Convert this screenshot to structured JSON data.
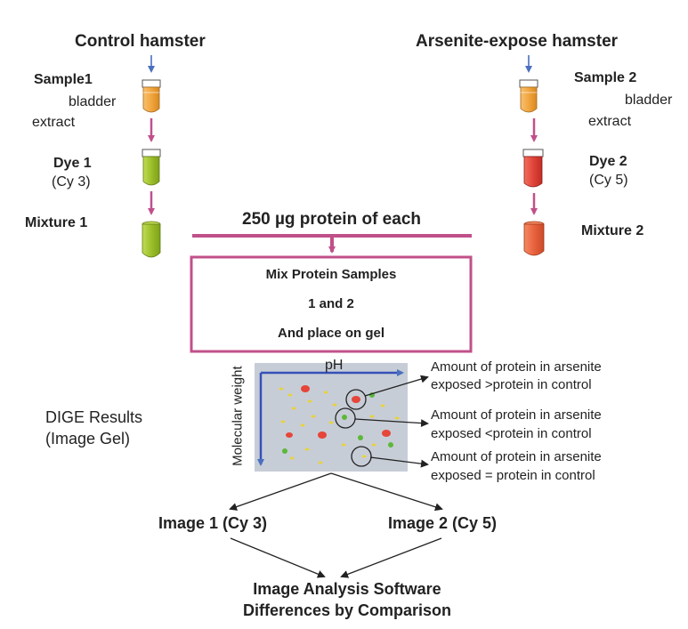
{
  "left": {
    "title": "Control hamster",
    "sample": "Sample1",
    "bladder": "bladder",
    "extract": "extract",
    "dye": "Dye 1",
    "dye_sub": "(Cy 3)",
    "mixture": "Mixture 1"
  },
  "right": {
    "title": "Arsenite-expose hamster",
    "sample": "Sample 2",
    "bladder": "bladder",
    "extract": "extract",
    "dye": "Dye 2",
    "dye_sub": "(Cy 5)",
    "mixture": "Mixture 2"
  },
  "protein_amount": "250 µg protein of each",
  "mix_box": {
    "line1": "Mix Protein Samples",
    "line2": "1 and 2",
    "line3": "And place on gel"
  },
  "gel": {
    "x_axis": "pH",
    "y_axis": "Molecular weight"
  },
  "results": {
    "title": "DIGE Results",
    "subtitle": "(Image Gel)"
  },
  "annotations": [
    {
      "line1": "Amount of protein in arsenite",
      "line2": "exposed >protein in control"
    },
    {
      "line1": "Amount of protein in arsenite",
      "line2": "exposed <protein in control"
    },
    {
      "line1": "Amount of protein  in arsenite",
      "line2": "exposed = protein in control"
    }
  ],
  "images": {
    "image1": "Image 1 (Cy 3)",
    "image2": "Image 2 (Cy 5)"
  },
  "software": {
    "line1": "Image Analysis Software",
    "line2": "Differences by Comparison"
  },
  "colors": {
    "magenta_arrow": "#c0508a",
    "blue_arrow": "#4a6fc0",
    "tube_orange": "#f2a640",
    "tube_green": "#9bbf2a",
    "tube_red": "#e0443a",
    "tube_orange_red": "#e8623e",
    "gel_bg": "#c7cdd6"
  }
}
